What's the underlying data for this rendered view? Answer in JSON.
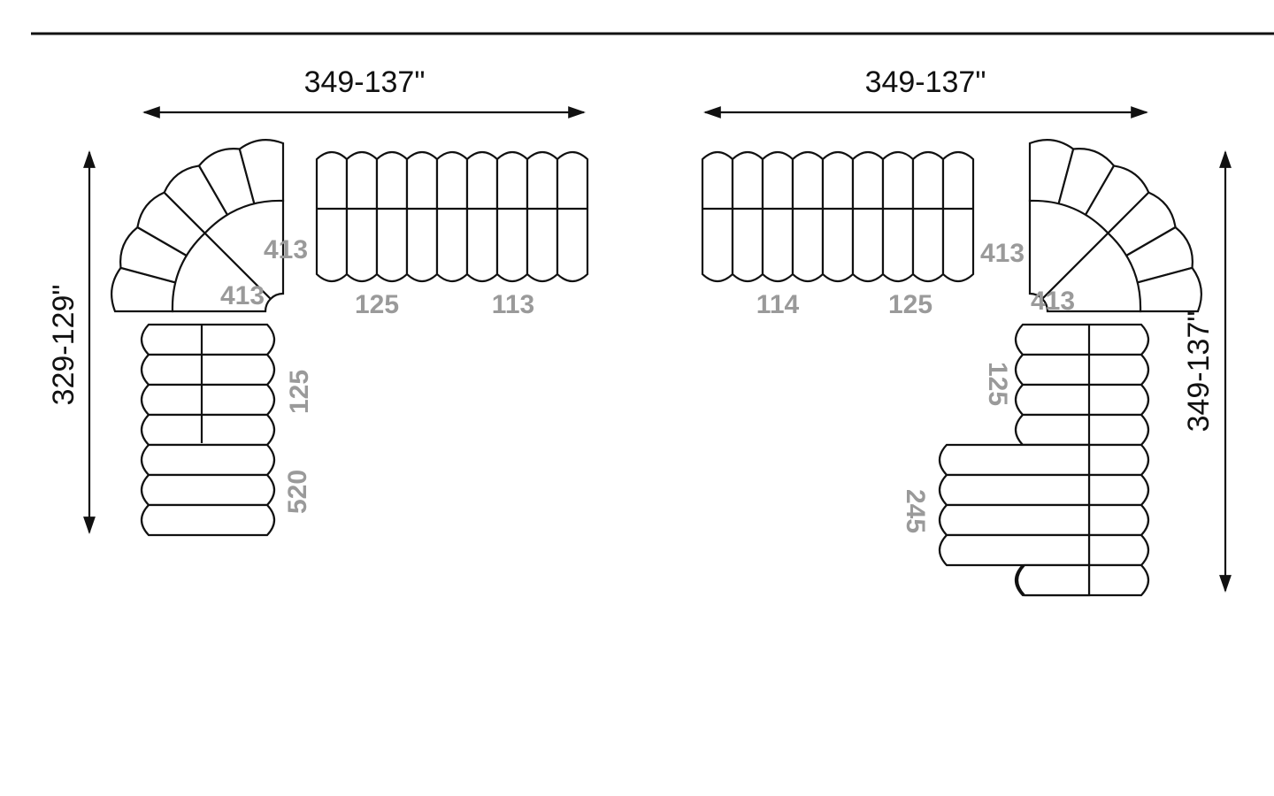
{
  "colors": {
    "ink": "#111111",
    "code": "#9a9a9a",
    "background": "#ffffff"
  },
  "left_config": {
    "width_label": "349-137\"",
    "depth_label": "329-129\"",
    "codes": {
      "corner_a": "413",
      "corner_b": "413",
      "top_mid": "125",
      "top_end": "113",
      "side_mid": "125",
      "side_end": "520"
    }
  },
  "right_config": {
    "width_label": "349-137\"",
    "depth_label": "349-137\"",
    "codes": {
      "top_end": "114",
      "top_mid": "125",
      "corner_a": "413",
      "corner_b": "413",
      "side_mid": "125",
      "side_ext": "245"
    }
  }
}
